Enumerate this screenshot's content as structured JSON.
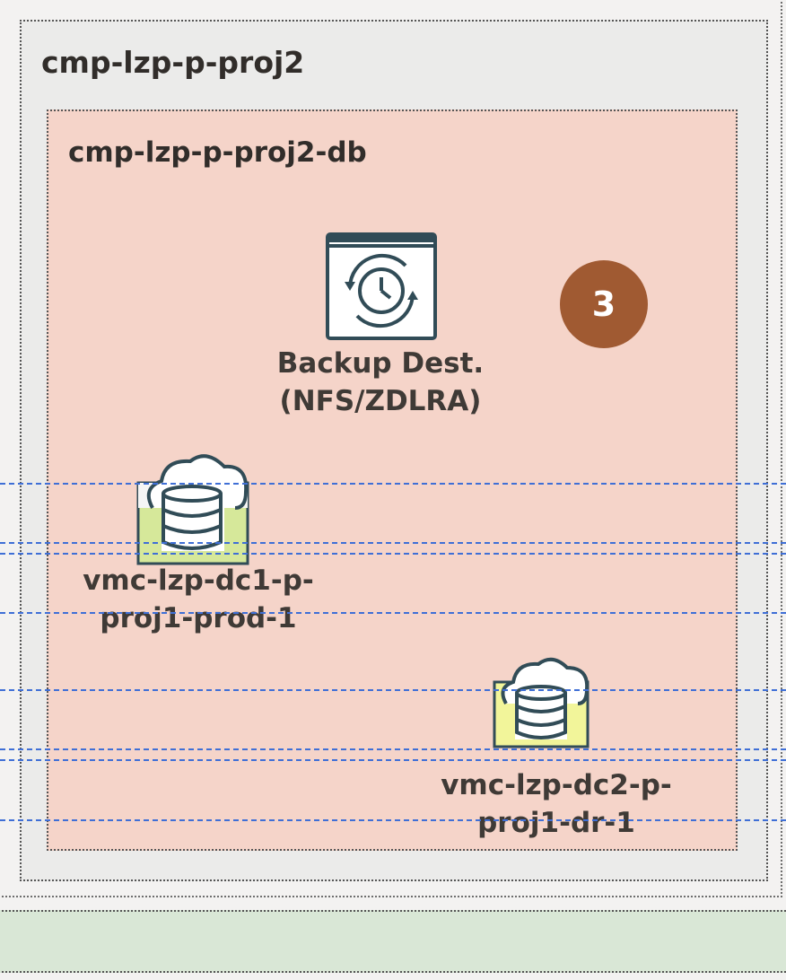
{
  "compartment": {
    "name": "cmp-lzp-p-proj2"
  },
  "sub_compartment": {
    "name": "cmp-lzp-p-proj2-db"
  },
  "backup": {
    "label_line1": "Backup Dest.",
    "label_line2": "(NFS/ZDLRA)"
  },
  "badge": {
    "number": "3"
  },
  "db_prod": {
    "label_line1": "vmc-lzp-dc1-p-",
    "label_line2": "proj1-prod-1"
  },
  "db_dr": {
    "label_line1": "vmc-lzp-dc2-p-",
    "label_line2": "proj1-dr-1"
  },
  "colors": {
    "compartment_fill": "#ebebea",
    "db_compartment_fill": "#f5d4c9",
    "badge": "#a05a32",
    "prod_fill": "#d6e89a",
    "dr_fill": "#f2f59a",
    "network_line": "#3f6fd6",
    "bottom_band": "#d9e7d6"
  }
}
